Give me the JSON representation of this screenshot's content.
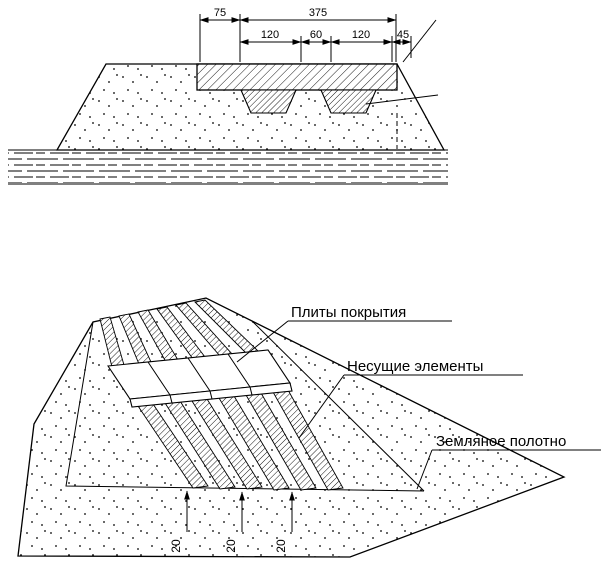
{
  "top_section": {
    "dims": {
      "d75": "75",
      "d375": "375",
      "d120a": "120",
      "d60": "60",
      "d120b": "120",
      "d45": "45"
    }
  },
  "iso_view": {
    "labels": {
      "plates": "Плиты покрытия",
      "bearing": "Несущие элементы",
      "subgrade": "Земляное полотно"
    },
    "dims": {
      "g1": "20",
      "g2": "20",
      "g3": "20"
    }
  },
  "colors": {
    "line": "#000000",
    "paper": "#ffffff"
  }
}
